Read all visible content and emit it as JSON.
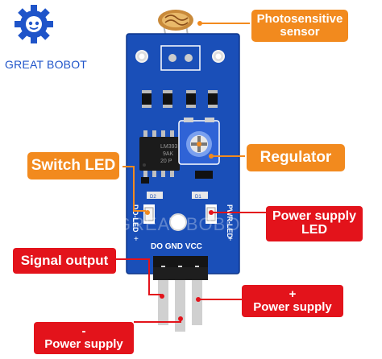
{
  "brand": {
    "name": "GREAT BOBOT",
    "logo_icon": "gear-logo-icon",
    "watermark": "GREAT BOBOT"
  },
  "board": {
    "chip_text": [
      "LM393",
      "9AK",
      "20 P"
    ],
    "pins_label": "DO GND VCC",
    "do_led_label": "DO-LED",
    "pwr_led_label": "PWR-LED",
    "d1_label": "D2",
    "d2_label": "D1"
  },
  "labels": {
    "photosensitive_line1": "Photosensitive",
    "photosensitive_line2": "sensor",
    "switch_led": "Switch LED",
    "regulator": "Regulator",
    "power_led_line1": "Power supply",
    "power_led_line2": "LED",
    "signal_output": "Signal output",
    "plus_sign": "+",
    "plus_power": "Power supply",
    "minus_sign": "-",
    "minus_power": "Power supply"
  },
  "colors": {
    "board": "#1a4fb8",
    "label_red": "#e3131b",
    "label_orange": "#f28a1e",
    "brand_blue": "#1f54c9"
  }
}
